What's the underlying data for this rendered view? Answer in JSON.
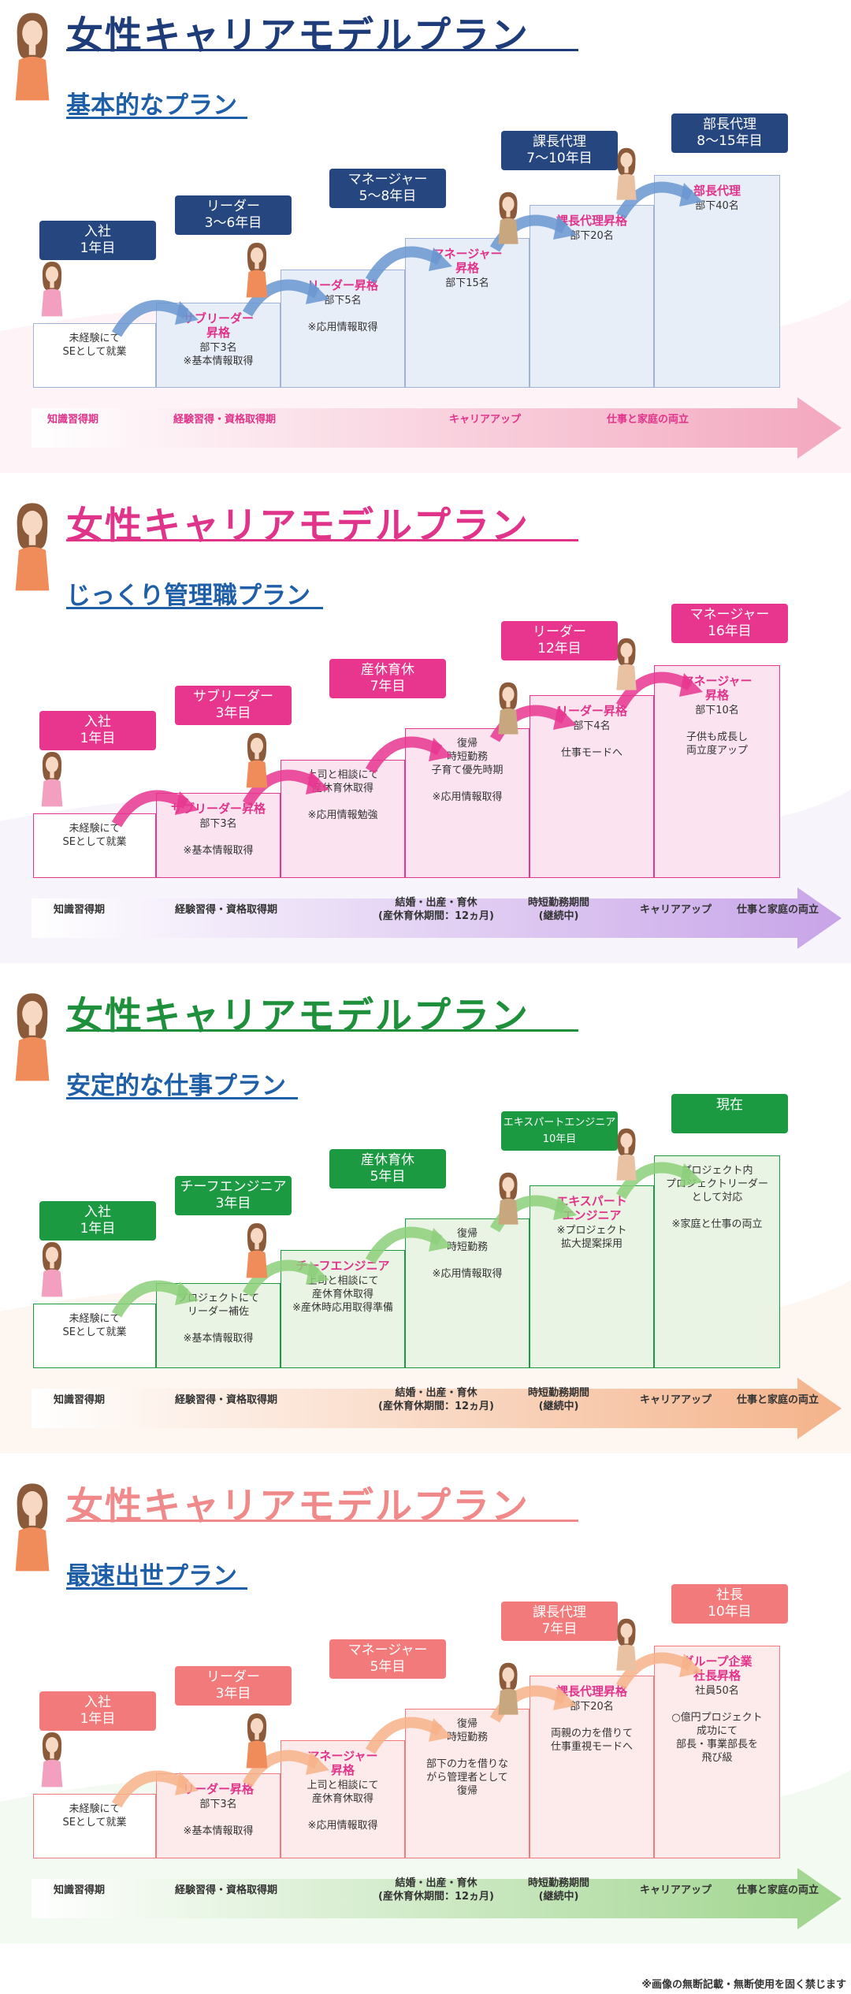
{
  "panels": [
    {
      "title": "女性キャリアモデルプラン",
      "subtitle": "基本的なプラン",
      "theme": {
        "title": "#1f3c7a",
        "title_line": "#1f3c7a",
        "label": "#25467f",
        "step_fill": "#e7eef8",
        "step_head": "#e0338a",
        "arc": "#6a96d0",
        "timeline": "#f3a7bf",
        "tl_text": "#e0338a"
      },
      "labels": [
        {
          "text": "入社\n1年目"
        },
        {
          "text": "リーダー\n3～6年目"
        },
        {
          "text": "マネージャー\n5～8年目"
        },
        {
          "text": "課長代理\n7～10年目"
        },
        {
          "text": "部長代理\n8～15年目"
        }
      ],
      "steps": [
        {
          "head": "",
          "body": "未経験にて\nSEとして就業"
        },
        {
          "head": "サブリーダー\n昇格",
          "body": "部下3名\n※基本情報取得"
        },
        {
          "head": "リーダー昇格",
          "body": "部下5名\n\n※応用情報取得"
        },
        {
          "head": "マネージャー\n昇格",
          "body": "部下15名"
        },
        {
          "head": "課長代理昇格",
          "body": "部下20名"
        },
        {
          "head": "部長代理",
          "body": "部下40名"
        }
      ],
      "timeline": [
        {
          "text": "知識習得期"
        },
        {
          "text": "経験習得・資格取得期"
        },
        {
          "text": "キャリアアップ"
        },
        {
          "text": "仕事と家庭の両立"
        }
      ]
    },
    {
      "title": "女性キャリアモデルプラン",
      "subtitle": "じっくり管理職プラン",
      "theme": {
        "title": "#e0338a",
        "title_line": "#e0338a",
        "label": "#e8368f",
        "step_fill": "#fbe4f0",
        "step_head": "#e0338a",
        "arc": "#e8368f",
        "timeline": "#c7a4e8",
        "tl_text": "#333"
      },
      "labels": [
        {
          "text": "入社\n1年目"
        },
        {
          "text": "サブリーダー\n3年目"
        },
        {
          "text": "産休育休\n7年目"
        },
        {
          "text": "リーダー\n12年目"
        },
        {
          "text": "マネージャー\n16年目"
        }
      ],
      "steps": [
        {
          "head": "",
          "body": "未経験にて\nSEとして就業"
        },
        {
          "head": "サブリーダー昇格",
          "body": "部下3名\n\n※基本情報取得"
        },
        {
          "head": "",
          "body": "上司と相談にて\n産休育休取得\n\n※応用情報勉強"
        },
        {
          "head": "",
          "body": "復帰\n時短勤務\n子育て優先時期\n\n※応用情報取得"
        },
        {
          "head": "リーダー昇格",
          "body": "部下4名\n\n仕事モードへ"
        },
        {
          "head": "マネージャー\n昇格",
          "body": "部下10名\n\n子供も成長し\n両立度アップ"
        }
      ],
      "timeline": [
        {
          "text": "知識習得期"
        },
        {
          "text": "経験習得・資格取得期"
        },
        {
          "text": "結婚・出産・育休\n(産休育休期間：12ヵ月)"
        },
        {
          "text": "時短勤務期間\n(継続中)"
        },
        {
          "text": "キャリアアップ"
        },
        {
          "text": "仕事と家庭の両立"
        }
      ]
    },
    {
      "title": "女性キャリアモデルプラン",
      "subtitle": "安定的な仕事プラン",
      "theme": {
        "title": "#1e8f3a",
        "title_line": "#1e8f3a",
        "label": "#1b9a42",
        "step_fill": "#e9f4e4",
        "step_head": "#e0338a",
        "arc": "#8ccf7a",
        "timeline": "#f4b38a",
        "tl_text": "#333"
      },
      "labels": [
        {
          "text": "入社\n1年目"
        },
        {
          "text": "チーフエンジニア\n3年目"
        },
        {
          "text": "産休育休\n5年目"
        },
        {
          "text": "エキスパートエンジニア\n10年目"
        },
        {
          "text": "現在"
        }
      ],
      "steps": [
        {
          "head": "",
          "body": "未経験にて\nSEとして就業"
        },
        {
          "head": "",
          "body": "プロジェクトにて\nリーダー補佐\n\n※基本情報取得"
        },
        {
          "head": "チーフエンジニア",
          "body": "上司と相談にて\n産休育休取得\n※産休時応用取得準備"
        },
        {
          "head": "",
          "body": "復帰\n時短勤務\n\n※応用情報取得"
        },
        {
          "head": "エキスパート\nエンジニア",
          "body": "※プロジェクト\n拡大提案採用"
        },
        {
          "head": "",
          "body": "プロジェクト内\nプロジェクトリーダー\nとして対応\n\n※家庭と仕事の両立"
        }
      ],
      "timeline": [
        {
          "text": "知識習得期"
        },
        {
          "text": "経験習得・資格取得期"
        },
        {
          "text": "結婚・出産・育休\n(産休育休期間：12ヵ月)"
        },
        {
          "text": "時短勤務期間\n(継続中)"
        },
        {
          "text": "キャリアアップ"
        },
        {
          "text": "仕事と家庭の両立"
        }
      ]
    },
    {
      "title": "女性キャリアモデルプラン",
      "subtitle": "最速出世プラン",
      "theme": {
        "title": "#f08a8a",
        "title_line": "#f08a8a",
        "label": "#f27a7a",
        "step_fill": "#fdeaea",
        "step_head": "#e0338a",
        "arc": "#f7b38a",
        "timeline": "#9ed48c",
        "tl_text": "#333"
      },
      "labels": [
        {
          "text": "入社\n1年目"
        },
        {
          "text": "リーダー\n3年目"
        },
        {
          "text": "マネージャー\n5年目"
        },
        {
          "text": "課長代理\n7年目"
        },
        {
          "text": "社長\n10年目"
        }
      ],
      "steps": [
        {
          "head": "",
          "body": "未経験にて\nSEとして就業"
        },
        {
          "head": "リーダー昇格",
          "body": "部下3名\n\n※基本情報取得"
        },
        {
          "head": "マネージャー\n昇格",
          "body": "上司と相談にて\n産休育休取得\n\n※応用情報取得"
        },
        {
          "head": "",
          "body": "復帰\n時短勤務\n\n部下の力を借りな\nがら管理者として\n復帰"
        },
        {
          "head": "課長代理昇格",
          "body": "部下20名\n\n両親の力を借りて\n仕事重視モードへ"
        },
        {
          "head": "グループ企業\n社長昇格",
          "body": "社員50名\n\n○億円プロジェクト\n成功にて\n部長・事業部長を\n飛び級"
        }
      ],
      "timeline": [
        {
          "text": "知識習得期"
        },
        {
          "text": "経験習得・資格取得期"
        },
        {
          "text": "結婚・出産・育休\n(産休育休期間：12ヵ月)"
        },
        {
          "text": "時短勤務期間\n(継続中)"
        },
        {
          "text": "キャリアアップ"
        },
        {
          "text": "仕事と家庭の両立"
        }
      ]
    }
  ],
  "footer": "※画像の無断記載・無断使用を固く禁じます"
}
